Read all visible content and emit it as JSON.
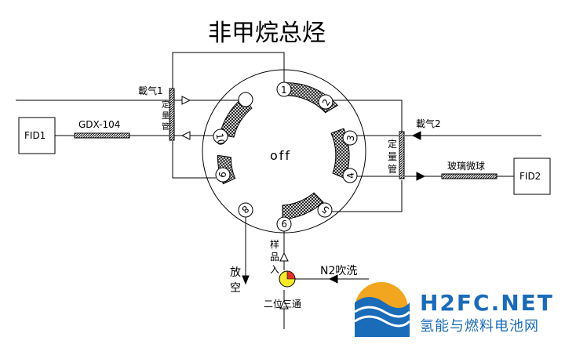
{
  "title": "非甲烷总烃",
  "valve_state": "off",
  "ports": [
    "1",
    "2",
    "3",
    "4",
    "5",
    "9",
    "8",
    "9",
    "10"
  ],
  "labels": {
    "carrier1": "載气1",
    "carrier2": "載气2",
    "quant_loop_left": [
      "定",
      "量",
      "管"
    ],
    "quant_loop_right": [
      "定",
      "量",
      "管"
    ],
    "fid1": "FID1",
    "fid2": "FID2",
    "column_left": "GDX-104",
    "column_right": "玻璃微球",
    "vent": [
      "放",
      "空"
    ],
    "sample_in": [
      "样",
      "品",
      "入"
    ],
    "n2_purge": "N2吹洗",
    "three_way": "二位三通"
  },
  "watermark": {
    "brand": "H2FC.NET",
    "subtitle": "氢能与燃料电池网"
  }
}
